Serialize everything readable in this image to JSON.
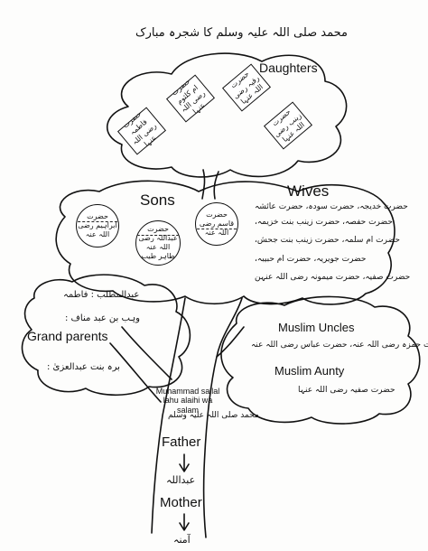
{
  "title": "محمد صلی اللہ علیہ وسلم کا شجرہ مبارک",
  "daughters": {
    "heading": "Daughters",
    "items": [
      {
        "line1": "حضرت",
        "line2": "فاطمہ رضی اللہ عنہا"
      },
      {
        "line1": "حضرت",
        "line2": "ام کلثوم رضی اللہ عنہا"
      },
      {
        "line1": "حضرت",
        "line2": "رقیہ رضی اللہ عنہا"
      },
      {
        "line1": "حضرت",
        "line2": "زینب رضی اللہ عنہا"
      }
    ]
  },
  "sons": {
    "heading": "Sons",
    "items": [
      {
        "line1": "حضرت",
        "line2": "ابراہیم رضی اللہ عنہ"
      },
      {
        "line1": "حضرت",
        "line2": "عبداللہ رضی اللہ عنہ",
        "line3": "طاہر طیب"
      },
      {
        "line1": "حضرت",
        "line2": "قاسم رضی اللہ عنہ"
      }
    ]
  },
  "wives": {
    "heading": "Wives",
    "lines": [
      "حضرت خدیجہ، حضرت سودہ، حضرت عائشہ",
      "حضرت حفصہ، حضرت زینب بنت خزیمہ،",
      "حضرت ام سلمہ، حضرت زینب بنت جحش،",
      "حضرت جویریہ، حضرت ام حبیبہ،",
      "حضرت صفیہ، حضرت میمونہ رضی اللہ عنہن"
    ]
  },
  "grandparents": {
    "heading": "Grand parents",
    "lines": [
      "عبدالمطلب : فاطمہ",
      "وہب بن عبد مناف :",
      "برہ بنت عبدالعزیٰ :"
    ]
  },
  "uncles": {
    "heading": "Muslim Uncles",
    "text": "حضرت حمزہ رضی اللہ عنہ، حضرت عباس رضی اللہ عنہ"
  },
  "aunty": {
    "heading": "Muslim Aunty",
    "text": "حضرت صفیہ رضی اللہ عنہا"
  },
  "center": {
    "english": "Muhammad sallal lahu alaihi wa salam",
    "urdu": "محمد صلی اللہ علیہ وسلم"
  },
  "father": {
    "label": "Father",
    "name": "عبداللہ"
  },
  "mother": {
    "label": "Mother",
    "name": "آمنہ"
  },
  "colors": {
    "ink": "#111111",
    "paper": "#fdfdfc"
  }
}
